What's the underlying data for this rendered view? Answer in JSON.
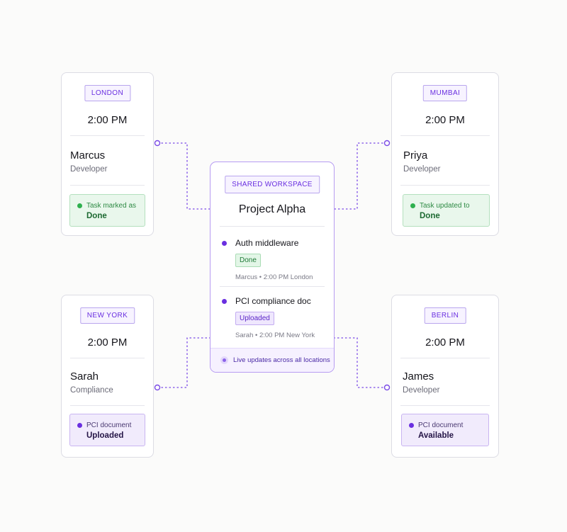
{
  "locations": {
    "london": {
      "tag": "LONDON",
      "time": "2:00 PM",
      "name": "Marcus",
      "role": "Developer",
      "status_line1": "Task marked as",
      "status_line2": "Done",
      "status_tone": "green"
    },
    "mumbai": {
      "tag": "MUMBAI",
      "time": "2:00 PM",
      "name": "Priya",
      "role": "Developer",
      "status_line1": "Task updated to",
      "status_line2": "Done",
      "status_tone": "green"
    },
    "new_york": {
      "tag": "NEW YORK",
      "time": "2:00 PM",
      "name": "Sarah",
      "role": "Compliance",
      "status_line1": "PCI document",
      "status_line2": "Uploaded",
      "status_tone": "purple"
    },
    "berlin": {
      "tag": "BERLIN",
      "time": "2:00 PM",
      "name": "James",
      "role": "Developer",
      "status_line1": "PCI document",
      "status_line2": "Available",
      "status_tone": "purple"
    }
  },
  "workspace": {
    "tag": "SHARED WORKSPACE",
    "title": "Project Alpha",
    "tasks": [
      {
        "title": "Auth middleware",
        "badge": "Done",
        "badge_tone": "green",
        "meta": "Marcus • 2:00 PM London"
      },
      {
        "title": "PCI compliance doc",
        "badge": "Uploaded",
        "badge_tone": "purple",
        "meta": "Sarah • 2:00 PM New York"
      }
    ],
    "footer": "Live updates across all locations"
  },
  "colors": {
    "accent": "#6a2fe0",
    "success": "#2fb04f",
    "connector": "#7b4be6",
    "card_border": "#dcdce4"
  }
}
